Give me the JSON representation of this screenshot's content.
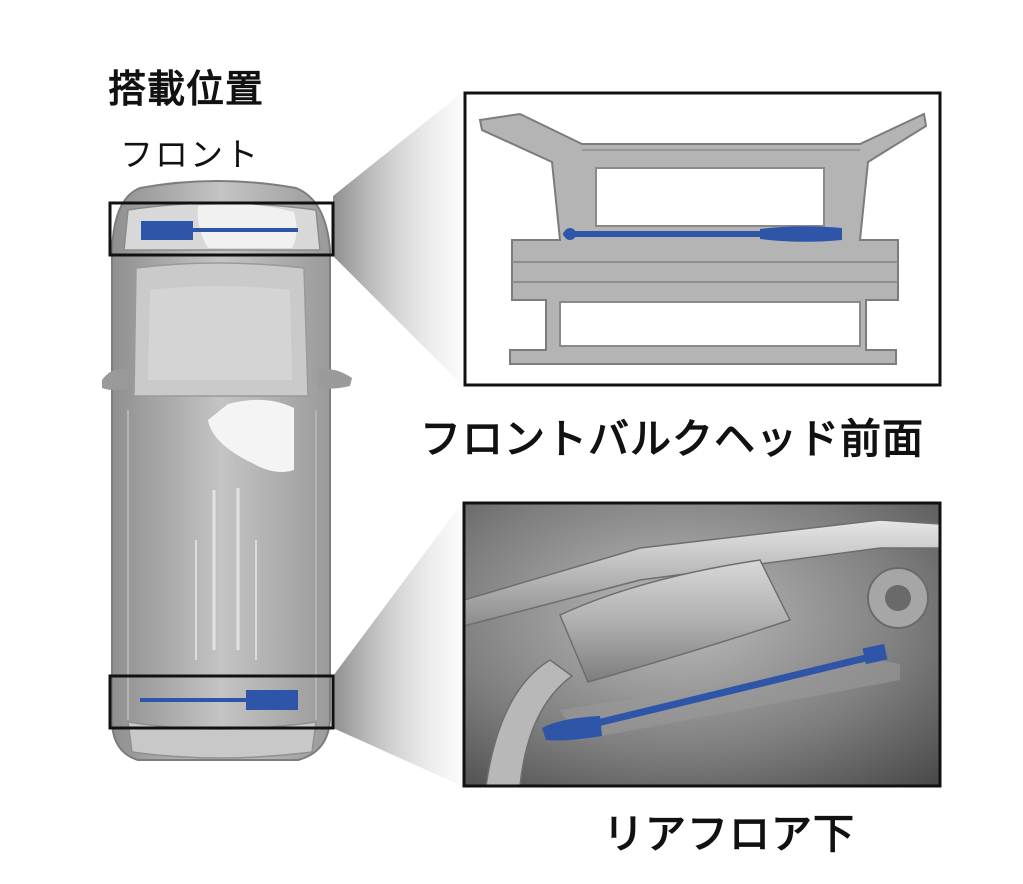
{
  "heading": {
    "title": "搭載位置",
    "front_label": "フロント"
  },
  "callouts": [
    {
      "id": "front-bulkhead",
      "caption": "フロントバルクヘッド前面"
    },
    {
      "id": "rear-floor",
      "caption": "リアフロア下"
    }
  ],
  "colors": {
    "brace": "#2f55a8",
    "frame": "#111111",
    "body_gray": "#a9a9a9",
    "beam": "#b4b4b4"
  }
}
